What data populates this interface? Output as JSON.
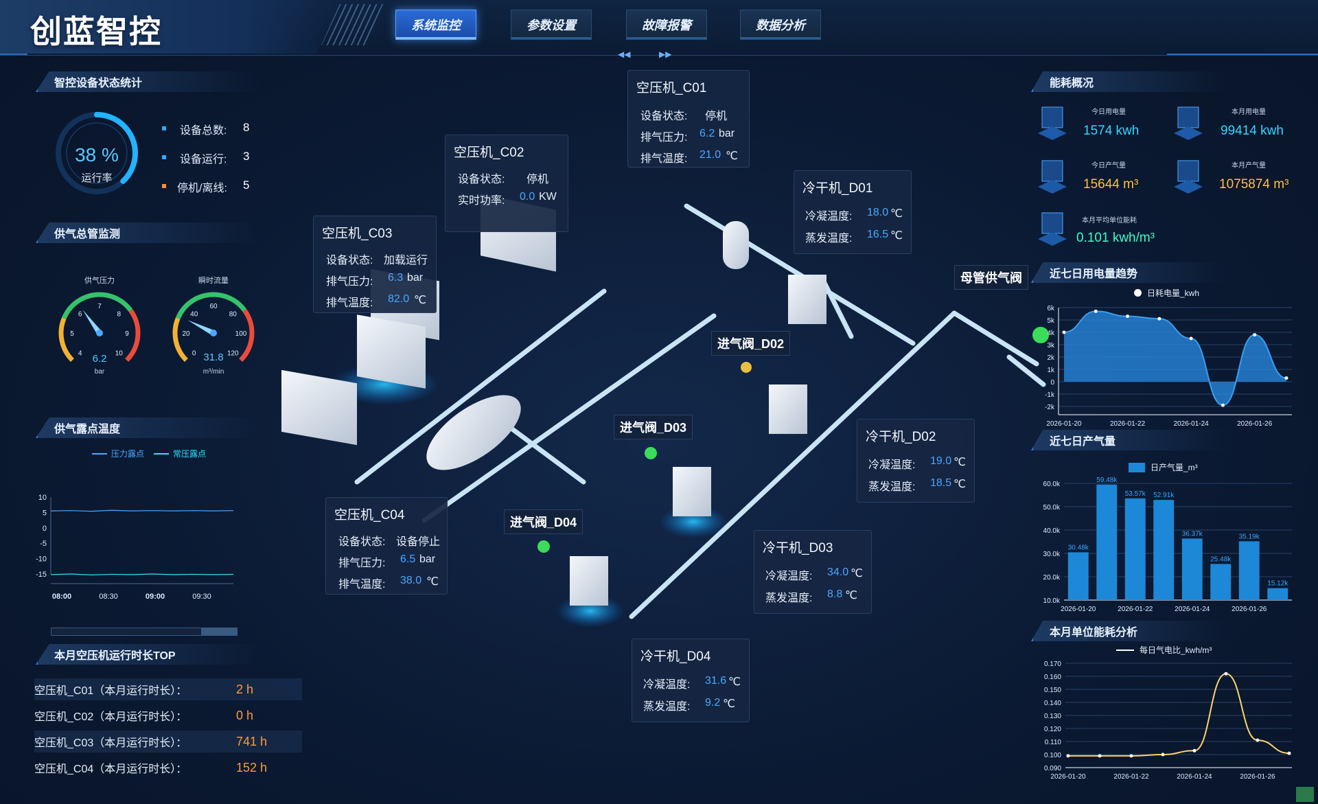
{
  "header": {
    "brand": "创蓝智控",
    "tabs": [
      {
        "label": "系统监控",
        "active": true
      },
      {
        "label": "参数设置",
        "active": false
      },
      {
        "label": "故障报警",
        "active": false
      },
      {
        "label": "数据分析",
        "active": false
      }
    ]
  },
  "device_stats": {
    "title": "智控设备状态统计",
    "run_rate_value": "38 %",
    "run_rate_fraction": 0.38,
    "run_rate_label": "运行率",
    "items": [
      {
        "label": "设备总数:",
        "value": "8",
        "color": "#3aa8ff"
      },
      {
        "label": "设备运行:",
        "value": "3",
        "color": "#3aa8ff"
      },
      {
        "label": "停机/离线:",
        "value": "5",
        "color": "#ff8a3a"
      }
    ]
  },
  "supply_monitor": {
    "title": "供气总管监测",
    "gauges": [
      {
        "caption": "供气压力",
        "value": "6.2",
        "unit": "bar",
        "ticks": [
          "4",
          "5",
          "6",
          "7",
          "8",
          "9",
          "10"
        ]
      },
      {
        "caption": "瞬时流量",
        "value": "31.8",
        "unit": "m³/min",
        "ticks": [
          "0",
          "20",
          "40",
          "60",
          "80",
          "100",
          "120"
        ]
      }
    ]
  },
  "dew_point": {
    "title": "供气露点温度",
    "legend": [
      "压力露点",
      "常压露点"
    ]
  },
  "top_runtime": {
    "title": "本月空压机运行时长TOP",
    "rows": [
      {
        "label": "空压机_C01（本月运行时长）：",
        "value": "2 h"
      },
      {
        "label": "空压机_C02（本月运行时长）：",
        "value": "0 h"
      },
      {
        "label": "空压机_C03（本月运行时长）：",
        "value": "741 h"
      },
      {
        "label": "空压机_C04（本月运行时长）：",
        "value": "152 h"
      }
    ]
  },
  "cards": {
    "c01": {
      "title": "空压机_C01",
      "rows": [
        {
          "k": "设备状态:",
          "v": "停机",
          "u": ""
        },
        {
          "k": "排气压力:",
          "v": "6.2",
          "u": "bar"
        },
        {
          "k": "排气温度:",
          "v": "21.0",
          "u": "℃"
        }
      ]
    },
    "c02": {
      "title": "空压机_C02",
      "rows": [
        {
          "k": "设备状态:",
          "v": "停机",
          "u": ""
        },
        {
          "k": "实时功率:",
          "v": "0.0",
          "u": "KW"
        }
      ]
    },
    "c03": {
      "title": "空压机_C03",
      "rows": [
        {
          "k": "设备状态:",
          "v": "加载运行",
          "u": ""
        },
        {
          "k": "排气压力:",
          "v": "6.3",
          "u": "bar"
        },
        {
          "k": "排气温度:",
          "v": "82.0",
          "u": "℃"
        }
      ]
    },
    "c04": {
      "title": "空压机_C04",
      "rows": [
        {
          "k": "设备状态:",
          "v": "设备停止",
          "u": ""
        },
        {
          "k": "排气压力:",
          "v": "6.5",
          "u": "bar"
        },
        {
          "k": "排气温度:",
          "v": "38.0",
          "u": "℃"
        }
      ]
    },
    "d01": {
      "title": "冷干机_D01",
      "rows": [
        {
          "k": "冷凝温度:",
          "v": "18.0",
          "u": "℃"
        },
        {
          "k": "蒸发温度:",
          "v": "16.5",
          "u": "℃"
        }
      ]
    },
    "d02": {
      "title": "冷干机_D02",
      "rows": [
        {
          "k": "冷凝温度:",
          "v": "19.0",
          "u": "℃"
        },
        {
          "k": "蒸发温度:",
          "v": "18.5",
          "u": "℃"
        }
      ]
    },
    "d03": {
      "title": "冷干机_D03",
      "rows": [
        {
          "k": "冷凝温度:",
          "v": "34.0",
          "u": "℃"
        },
        {
          "k": "蒸发温度:",
          "v": "8.8",
          "u": "℃"
        }
      ]
    },
    "d04": {
      "title": "冷干机_D04",
      "rows": [
        {
          "k": "冷凝温度:",
          "v": "31.6",
          "u": "℃"
        },
        {
          "k": "蒸发温度:",
          "v": "9.2",
          "u": "℃"
        }
      ]
    }
  },
  "valves": {
    "main": "母管供气阀",
    "d02": "进气阀_D02",
    "d03": "进气阀_D03",
    "d04": "进气阀_D04"
  },
  "energy": {
    "title": "能耗概况",
    "items": [
      {
        "caption": "今日用电量",
        "value": "1574 kwh",
        "tone": "c"
      },
      {
        "caption": "本月用电量",
        "value": "99414 kwh",
        "tone": "c"
      },
      {
        "caption": "今日产气量",
        "value": "15644 m³",
        "tone": "y"
      },
      {
        "caption": "本月产气量",
        "value": "1075874 m³",
        "tone": "y"
      },
      {
        "caption": "本月平均单位能耗",
        "value": "0.101 kwh/m³",
        "tone": "g"
      }
    ]
  },
  "chart_data": [
    {
      "id": "power7",
      "title": "近七日用电量趋势",
      "type": "area",
      "legend": "日耗电量_kwh",
      "x": [
        "2026-01-20",
        "2026-01-21",
        "2026-01-22",
        "2026-01-23",
        "2026-01-24",
        "2026-01-25",
        "2026-01-26",
        "2026-01-27"
      ],
      "x_tick_labels": [
        "2026-01-20",
        "2026-01-22",
        "2026-01-24",
        "2026-01-26"
      ],
      "values": [
        4000,
        5700,
        5300,
        5100,
        3500,
        -1900,
        3800,
        300
      ],
      "yticks": [
        "6k",
        "5k",
        "4k",
        "3k",
        "2k",
        "1k",
        "0",
        "-1k",
        "-2k"
      ],
      "ylim": [
        -2000,
        6000
      ]
    },
    {
      "id": "gas7",
      "title": "近七日产气量",
      "type": "bar",
      "legend": "日产气量_m³",
      "categories": [
        "2026-01-20",
        "2026-01-21",
        "2026-01-22",
        "2026-01-23",
        "2026-01-24",
        "2026-01-25",
        "2026-01-26",
        "2026-01-27"
      ],
      "x_tick_labels": [
        "2026-01-20",
        "2026-01-22",
        "2026-01-24",
        "2026-01-26"
      ],
      "values": [
        30480,
        59480,
        53570,
        52910,
        36370,
        25480,
        35190,
        15120
      ],
      "labels": [
        "30.48k",
        "59.48k",
        "53.57k",
        "52.91k",
        "36.37k",
        "25.48k",
        "35.19k",
        "15.12k"
      ],
      "yticks": [
        "60.0k",
        "50.0k",
        "40.0k",
        "30.0k",
        "20.0k",
        "10.0k"
      ],
      "ylim": [
        10000,
        60000
      ]
    },
    {
      "id": "unit",
      "title": "本月单位能耗分析",
      "type": "line",
      "legend": "每日气电比_kwh/m³",
      "x": [
        "2026-01-20",
        "2026-01-21",
        "2026-01-22",
        "2026-01-23",
        "2026-01-24",
        "2026-01-25",
        "2026-01-26",
        "2026-01-27"
      ],
      "x_tick_labels": [
        "2026-01-20",
        "2026-01-22",
        "2026-01-24",
        "2026-01-26"
      ],
      "values": [
        0.099,
        0.099,
        0.099,
        0.1,
        0.103,
        0.162,
        0.111,
        0.101
      ],
      "yticks": [
        "0.170",
        "0.160",
        "0.150",
        "0.140",
        "0.130",
        "0.120",
        "0.110",
        "0.100",
        "0.090"
      ],
      "ylim": [
        0.09,
        0.17
      ]
    },
    {
      "id": "dew",
      "title": "供气露点温度",
      "type": "line",
      "x_tick_labels": [
        "08:00",
        "08:30",
        "09:00",
        "09:30"
      ],
      "yticks": [
        "10",
        "5",
        "0",
        "-5",
        "-10",
        "-15"
      ],
      "ylim": [
        -15,
        10
      ],
      "series": [
        {
          "name": "压力露点",
          "values": [
            5.5,
            5.6,
            5.4,
            5.7,
            5.5,
            5.6,
            5.5,
            5.6,
            5.5,
            5.6
          ]
        },
        {
          "name": "常压露点",
          "values": [
            -15.2,
            -15.0,
            -15.3,
            -15.1,
            -15.2,
            -15.0,
            -15.2,
            -15.1,
            -15.2,
            -15.1
          ]
        }
      ]
    }
  ]
}
